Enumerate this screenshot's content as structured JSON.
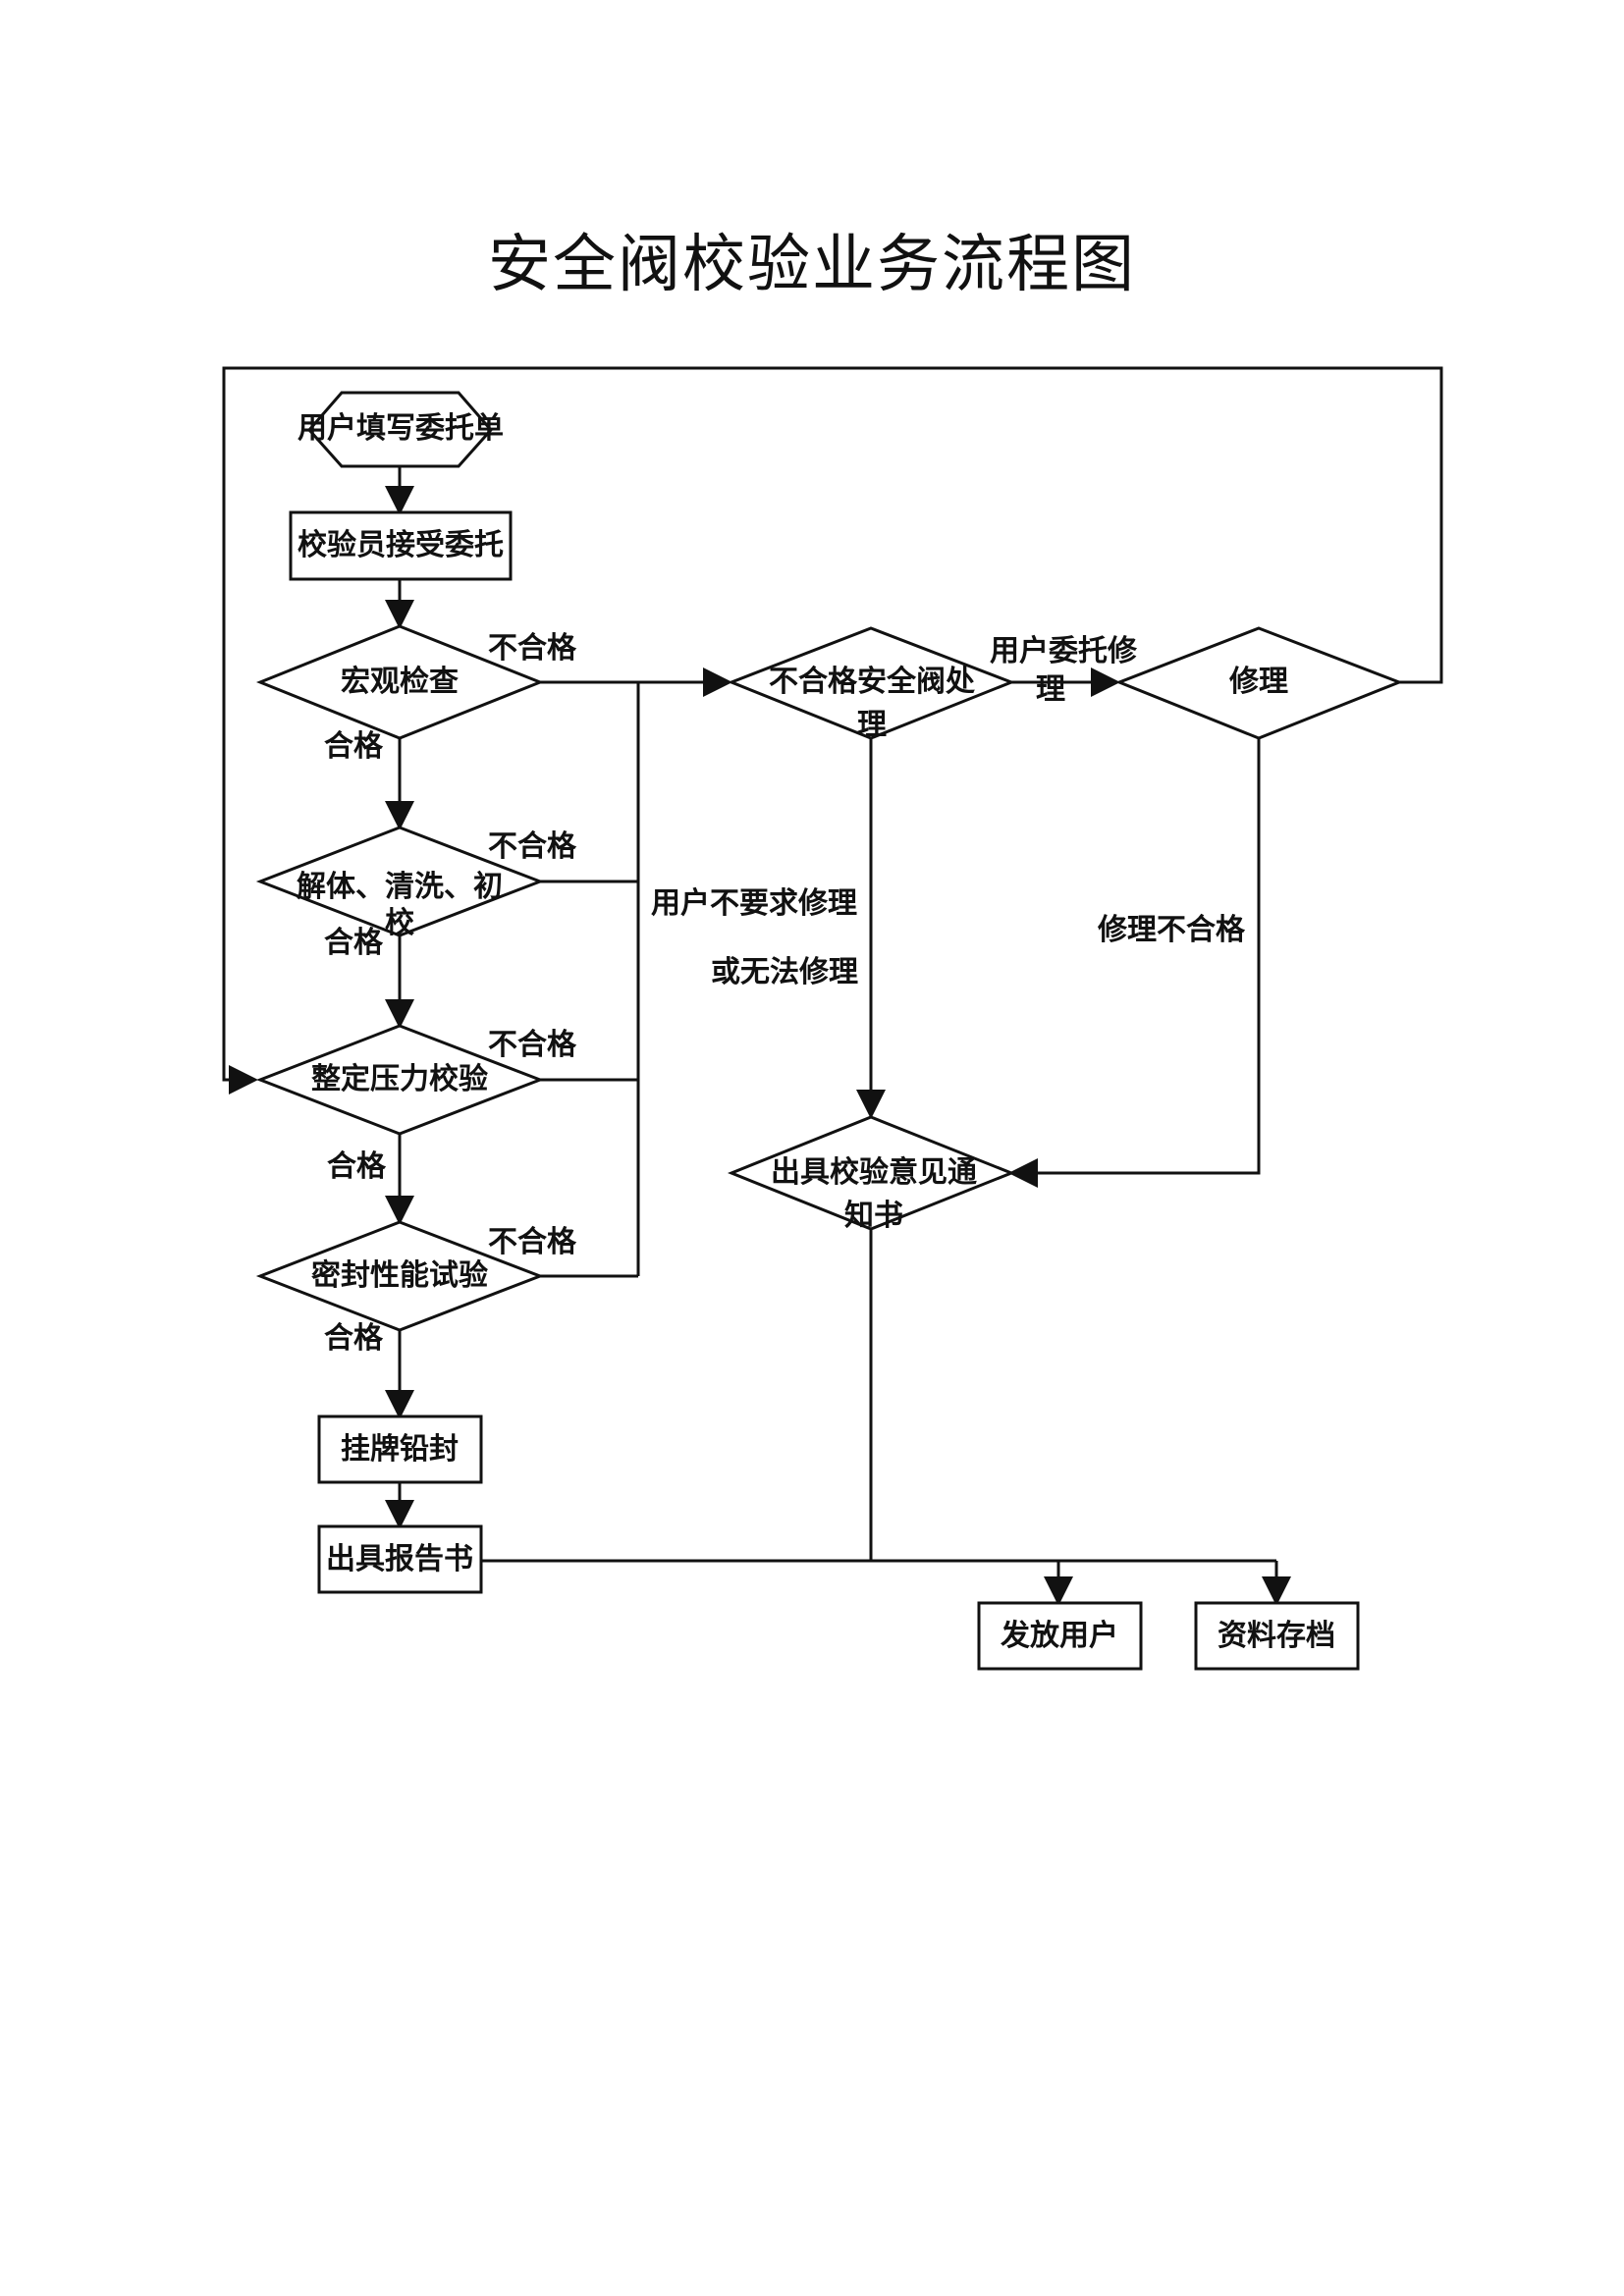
{
  "title": "安全阀校验业务流程图",
  "steps": {
    "fill_form": "用户填写委托单",
    "accept": "校验员接受委托",
    "tag_seal": "挂牌铅封",
    "issue_report": "出具报告书",
    "issue_user": "发放用户",
    "archive": "资料存档"
  },
  "decisions": {
    "macro_check": "宏观检查",
    "disassemble_line1": "解体、清洗、初",
    "disassemble_line2": "校",
    "pressure_check": "整定压力校验",
    "seal_test": "密封性能试验",
    "unqualified_line1": "不合格安全阀处",
    "unqualified_line2": "理",
    "repair": "修理",
    "notice_line1": "出具校验意见通",
    "notice_line2": "知书"
  },
  "labels": {
    "pass": "合格",
    "fail": "不合格",
    "user_repair_line1": "用户委托修",
    "user_repair_line2": "理",
    "no_repair_line1": "用户不要求修理",
    "no_repair_line2": "或无法修理",
    "repair_fail": "修理不合格"
  }
}
